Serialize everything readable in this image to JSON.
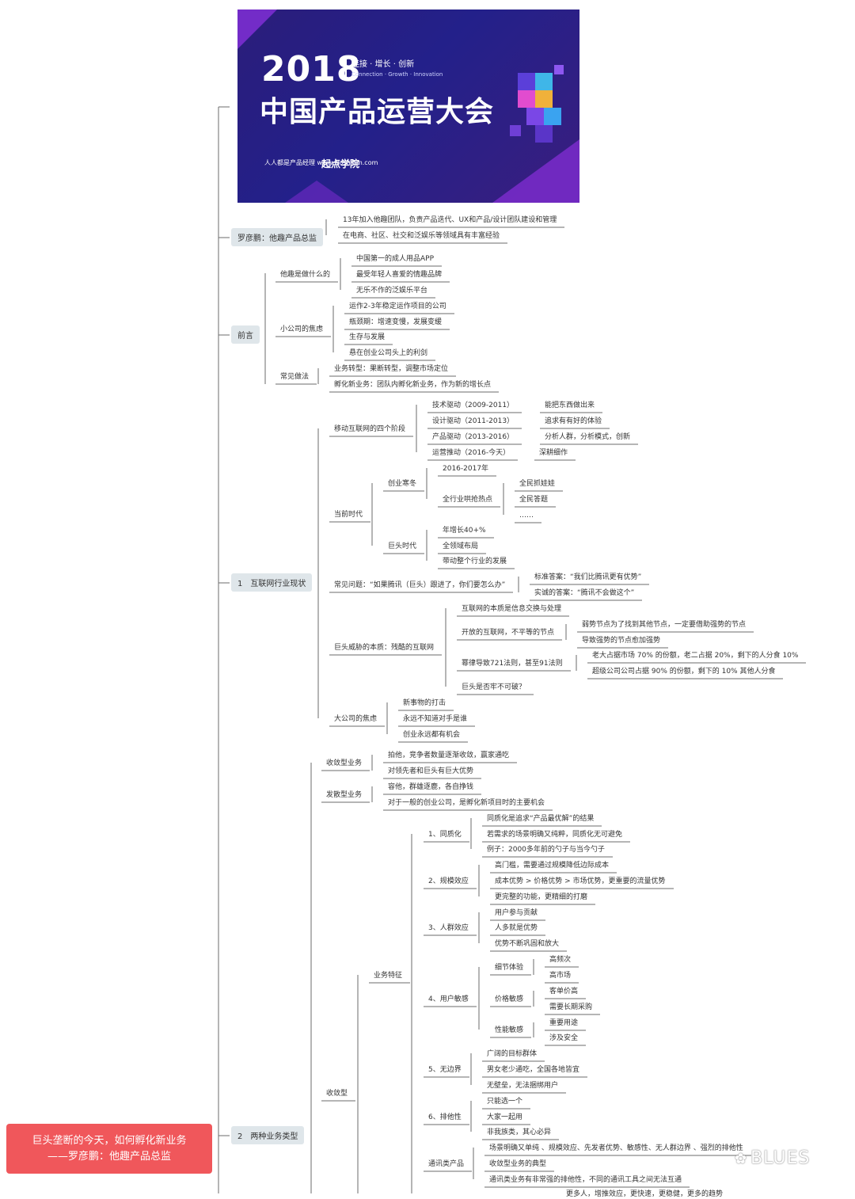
{
  "banner": {
    "year": "2018",
    "slogan": "连接 · 增长 · 创新",
    "slogan_en": "Connection · Growth · Innovation",
    "title": "中国产品运营大会",
    "logo_left": "人人都是产品经理 www.woshipm.com",
    "logo_right": "起点学院"
  },
  "title_card": {
    "line1": "巨头垄断的今天，如何孵化新业务",
    "line2": "——罗彦鹏：他趣产品总监"
  },
  "watermark": "BLUES",
  "main_nodes": {
    "speaker": "罗彦鹏：他趣产品总监",
    "preface": "前言",
    "industry": "1　互联网行业现状",
    "business_types": "2　两种业务类型"
  },
  "speaker": [
    "13年加入他趣团队，负责产品迭代、UX和产品/设计团队建设和管理",
    "在电商、社区、社交和泛娱乐等领域具有丰富经验"
  ],
  "preface": {
    "what_label": "他趣是做什么的",
    "what": [
      "中国第一的成人用品APP",
      "最受年轻人喜爱的情趣品牌",
      "无乐不作的泛娱乐平台"
    ],
    "small_label": "小公司的焦虑",
    "small": [
      "运作2-3年稳定运作项目的公司",
      "瓶颈期：增速变慢，发展变缓",
      "生存与发展",
      "悬在创业公司头上的利剑"
    ],
    "common_label": "常见做法",
    "common": [
      "业务转型：果断转型，调整市场定位",
      "孵化新业务：团队内孵化新业务，作为新的增长点"
    ]
  },
  "industry": {
    "stages_label": "移动互联网的四个阶段",
    "stages": [
      {
        "name": "技术驱动（2009-2011）",
        "desc": "能把东西做出来"
      },
      {
        "name": "设计驱动（2011-2013）",
        "desc": "追求有有好的体验"
      },
      {
        "name": "产品驱动（2013-2016）",
        "desc": "分析人群，分析模式，创新"
      },
      {
        "name": "运营推动（2016-今天）",
        "desc": "深耕细作"
      }
    ],
    "era_label": "当前时代",
    "winter_label": "创业寒冬",
    "winter_year": "2016-2017年",
    "hotspot_label": "全行业哄抢热点",
    "hotspots": [
      "全民抓娃娃",
      "全民答题",
      "……"
    ],
    "giant_label": "巨头时代",
    "giant": [
      "年增长40+%",
      "全领域布局",
      "带动整个行业的发展"
    ],
    "question_label": "常见问题：“如果腾讯（巨头）跟进了，你们要怎么办”",
    "answers": [
      "标准答案：“我们比腾讯更有优势”",
      "实诚的答案：“腾讯不会做这个”"
    ],
    "threat_label": "巨头威胁的本质：残酷的互联网",
    "threat_1": "互联网的本质是信息交换与处理",
    "open_label": "开放的互联网，不平等的节点",
    "open": [
      "弱势节点为了找到其他节点，一定要借助强势的节点",
      "导致强势的节点愈加强势"
    ],
    "law_label": "幂律导致721法则，甚至91法则",
    "law": [
      "老大占据市场 70% 的份额，老二占据 20%，剩下的人分食 10%",
      "超级公司公司占据 90% 的份额，剩下的 10% 其他人分食"
    ],
    "threat_q": "巨头是否牢不可破？",
    "big_label": "大公司的焦虑",
    "big": [
      "新事物的打击",
      "永远不知道对手是谁",
      "创业永远都有机会"
    ]
  },
  "types": {
    "converge_label": "收敛型业务",
    "converge": [
      "拍他，竞争者数量逐渐收敛，赢家通吃",
      "对领先者和巨头有巨大优势"
    ],
    "diverge_label": "发散型业务",
    "diverge": [
      "容他，群雄逐鹿，各自挣钱",
      "对于一般的创业公司，是孵化新项目时的主要机会"
    ],
    "converge_type_label": "收敛型",
    "features_label": "业务特征",
    "f1_label": "1、同质化",
    "f1": [
      "同质化是追求“产品最优解”的结果",
      "若需求的场景明确又纯粹，同质化无可避免",
      "例子：2000多年前的勺子与当今勺子"
    ],
    "f2_label": "2、规模效应",
    "f2": [
      "高门槛，需要通过规模降低边际成本",
      "成本优势 > 价格优势 > 市场优势，更重要的流量优势",
      "更完整的功能，更精细的打磨"
    ],
    "f3_label": "3、人群效应",
    "f3": [
      "用户参与贡献",
      "人多就是优势",
      "优势不断巩固和放大"
    ],
    "f4_label": "4、用户敏感",
    "f4_detail_label": "细节体验",
    "f4_detail": [
      "高频次",
      "高市场"
    ],
    "f4_price_label": "价格敏感",
    "f4_price": [
      "客单价高",
      "需要长期采购"
    ],
    "f4_nature_label": "性能敏感",
    "f4_nature": [
      "重要用途",
      "涉及安全"
    ],
    "f5_label": "5、无边界",
    "f5": [
      "广阔的目标群体",
      "男女老少通吃，全国各地皆宜",
      "无壁垒，无法捆绑用户"
    ],
    "f6_label": "6、排他性",
    "f6": [
      "只能选一个",
      "大家一起用",
      "非我族类，其心必异"
    ],
    "comm_label": "通讯类产品",
    "comm": [
      "场景明确又单纯 、规模效应、先发者优势、敏感性、无人群边界 、强烈的排他性",
      "收敛型业务的典型",
      "通讯类业务有非常强的排他性，不同的通讯工具之间无法互通"
    ],
    "comm_cut": "更多人，增推效应，更快速，更稳健，更多的趋势"
  }
}
